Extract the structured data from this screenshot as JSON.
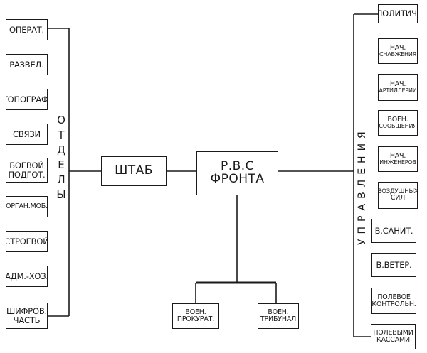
{
  "center": {
    "rvs_line1": "Р.В.С",
    "rvs_line2": "ФРОНТА",
    "staff": "ШТАБ"
  },
  "left_group_label": "ОТДЕЛЫ",
  "right_group_label": "УПРАВЛЕНИЯ",
  "departments": [
    {
      "line1": "ОПЕРАТ.",
      "line2": ""
    },
    {
      "line1": "РАЗВЕД.",
      "line2": ""
    },
    {
      "line1": "ТОПОГРАФ.",
      "line2": ""
    },
    {
      "line1": "СВЯЗИ",
      "line2": ""
    },
    {
      "line1": "БОЕВОЙ",
      "line2": "ПОДГОТ."
    },
    {
      "line1": "ОРГАН.МОБ.",
      "line2": ""
    },
    {
      "line1": "СТРОЕВОЙ",
      "line2": ""
    },
    {
      "line1": "АДМ.-ХОЗ.",
      "line2": ""
    },
    {
      "line1": "ШИФРОВ.",
      "line2": "ЧАСТЬ"
    }
  ],
  "directorates": [
    {
      "line1": "ПОЛИТИЧ.",
      "line2": ""
    },
    {
      "line1": "НАЧ.",
      "line2": "СНАБЖЕНИЯ"
    },
    {
      "line1": "НАЧ.",
      "line2": "АРТИЛЛЕРИИ"
    },
    {
      "line1": "ВОЕН.",
      "line2": "СООБЩЕНИЯ"
    },
    {
      "line1": "НАЧ.",
      "line2": "ИНЖЕНЕРОВ"
    },
    {
      "line1": "ВОЗДУШНЫХ",
      "line2": "СИЛ"
    },
    {
      "line1": "В.САНИТ.",
      "line2": ""
    },
    {
      "line1": "В.ВЕТЕР.",
      "line2": ""
    },
    {
      "line1": "ПОЛЕВОЕ",
      "line2": "КОНТРОЛЬН."
    },
    {
      "line1": "ПОЛЕВЫМИ",
      "line2": "КАССАМИ"
    }
  ],
  "bottom": [
    {
      "line1": "ВОЕН.",
      "line2": "ПРОКУРАТ."
    },
    {
      "line1": "ВОЕН.",
      "line2": "ТРИБУНАЛ"
    }
  ],
  "line_color": "#1a1a1a"
}
